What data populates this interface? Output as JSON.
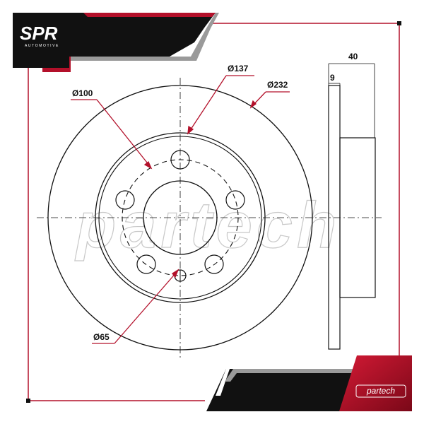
{
  "logo": {
    "name": "SPR",
    "tagline": "AUTOMOTIVE"
  },
  "brand_badge": {
    "text": "partech"
  },
  "watermark": {
    "text": "partech"
  },
  "dimensions": {
    "d100": "Ø100",
    "d137": "Ø137",
    "d232": "Ø232",
    "d65": "Ø65",
    "width_total": "40",
    "thickness": "9"
  },
  "colors": {
    "accent_red": "#b3102a",
    "dark": "#111111",
    "frame_gray": "#8a8a8a"
  }
}
